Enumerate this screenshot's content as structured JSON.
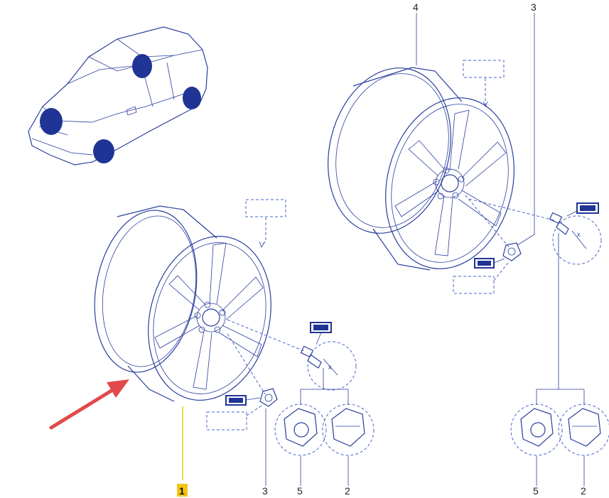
{
  "callouts": {
    "c1": "1",
    "c2a": "2",
    "c2b": "2",
    "c3a": "3",
    "c3b": "3",
    "c4": "4",
    "c5a": "5",
    "c5b": "5"
  },
  "marks": {
    "x1": "x",
    "x2": "x"
  },
  "colors": {
    "line": "#2a3f9e",
    "highlight_label": "#f2c417",
    "highlight_line": "#f2c417",
    "pointer_arrow": "#e04a4a"
  }
}
